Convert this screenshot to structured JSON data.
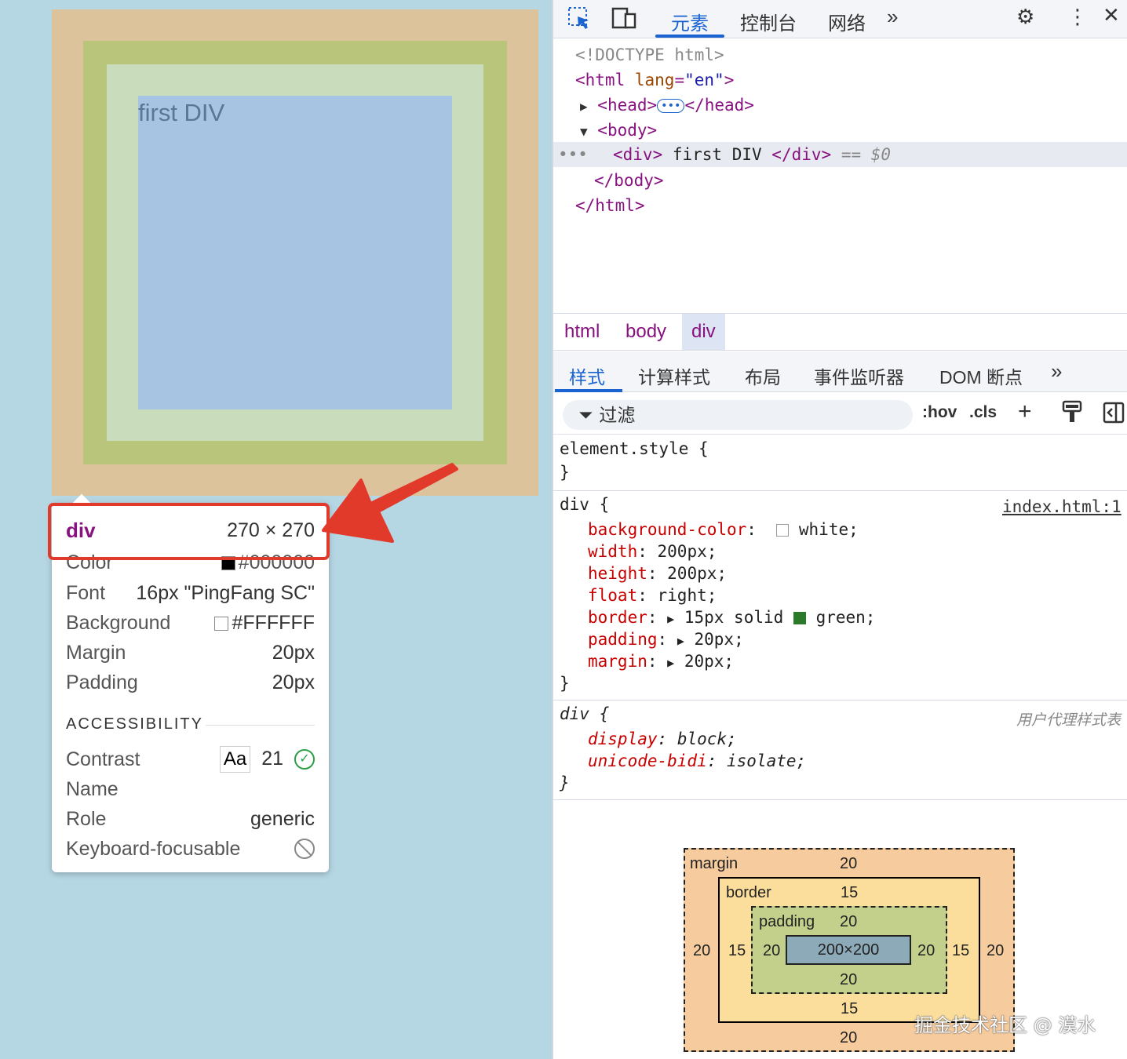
{
  "viewport": {
    "page_text": "first DIV"
  },
  "tooltip": {
    "tag": "div",
    "size": "270 × 270",
    "rows": [
      {
        "label": "Color",
        "value": "#000000"
      },
      {
        "label": "Font",
        "value": "16px \"PingFang SC\""
      },
      {
        "label": "Background",
        "value": "#FFFFFF"
      },
      {
        "label": "Margin",
        "value": "20px"
      },
      {
        "label": "Padding",
        "value": "20px"
      }
    ],
    "accessibility_title": "ACCESSIBILITY",
    "contrast_label": "Contrast",
    "contrast_sample": "Aa",
    "contrast_value": "21",
    "name_label": "Name",
    "role_label": "Role",
    "role_value": "generic",
    "keyboard_label": "Keyboard-focusable"
  },
  "devtools": {
    "tabs": [
      "元素",
      "控制台",
      "网络"
    ],
    "dom": {
      "doctype": "<!DOCTYPE html>",
      "html_open_tag": "<html",
      "html_attr": "lang",
      "html_attr_value": "\"en\"",
      "head_open": "<head>",
      "head_close": "</head>",
      "body_open": "<body>",
      "div_open": "<div>",
      "div_text": " first DIV ",
      "div_close": "</div>",
      "eq_marker": "== $0",
      "body_close": "</body>",
      "html_close": "</html>"
    },
    "breadcrumbs": [
      "html",
      "body",
      "div"
    ],
    "subtabs": [
      "样式",
      "计算样式",
      "布局",
      "事件监听器",
      "DOM 断点"
    ],
    "filter_placeholder": "过滤",
    "hov_label": ":hov",
    "cls_label": ".cls",
    "styles": {
      "element_style": "element.style {",
      "rule1_selector": "div {",
      "rule1_source": "index.html:1",
      "rule1_props": [
        {
          "name": "background-color",
          "value": "white;"
        },
        {
          "name": "width",
          "value": "200px;"
        },
        {
          "name": "height",
          "value": "200px;"
        },
        {
          "name": "float",
          "value": "right;"
        },
        {
          "name": "border",
          "value": "15px solid",
          "value2": "green;"
        },
        {
          "name": "padding",
          "value": "20px;"
        },
        {
          "name": "margin",
          "value": "20px;"
        }
      ],
      "rule2_selector": "div {",
      "rule2_source": "用户代理样式表",
      "rule2_props": [
        {
          "name": "display",
          "value": "block;"
        },
        {
          "name": "unicode-bidi",
          "value": "isolate;"
        }
      ],
      "close_brace": "}"
    },
    "box_model": {
      "margin_label": "margin",
      "border_label": "border",
      "padding_label": "padding",
      "content": "200×200",
      "margin": "20",
      "border": "15",
      "padding": "20"
    }
  },
  "watermark": "掘金技术社区 @ 漠水",
  "colors": {
    "accent": "#1a63d0",
    "tag": "#881280",
    "prop": "#c80000",
    "highlight_arrow": "#e23a2a",
    "border_green": "#2a7a2a"
  }
}
